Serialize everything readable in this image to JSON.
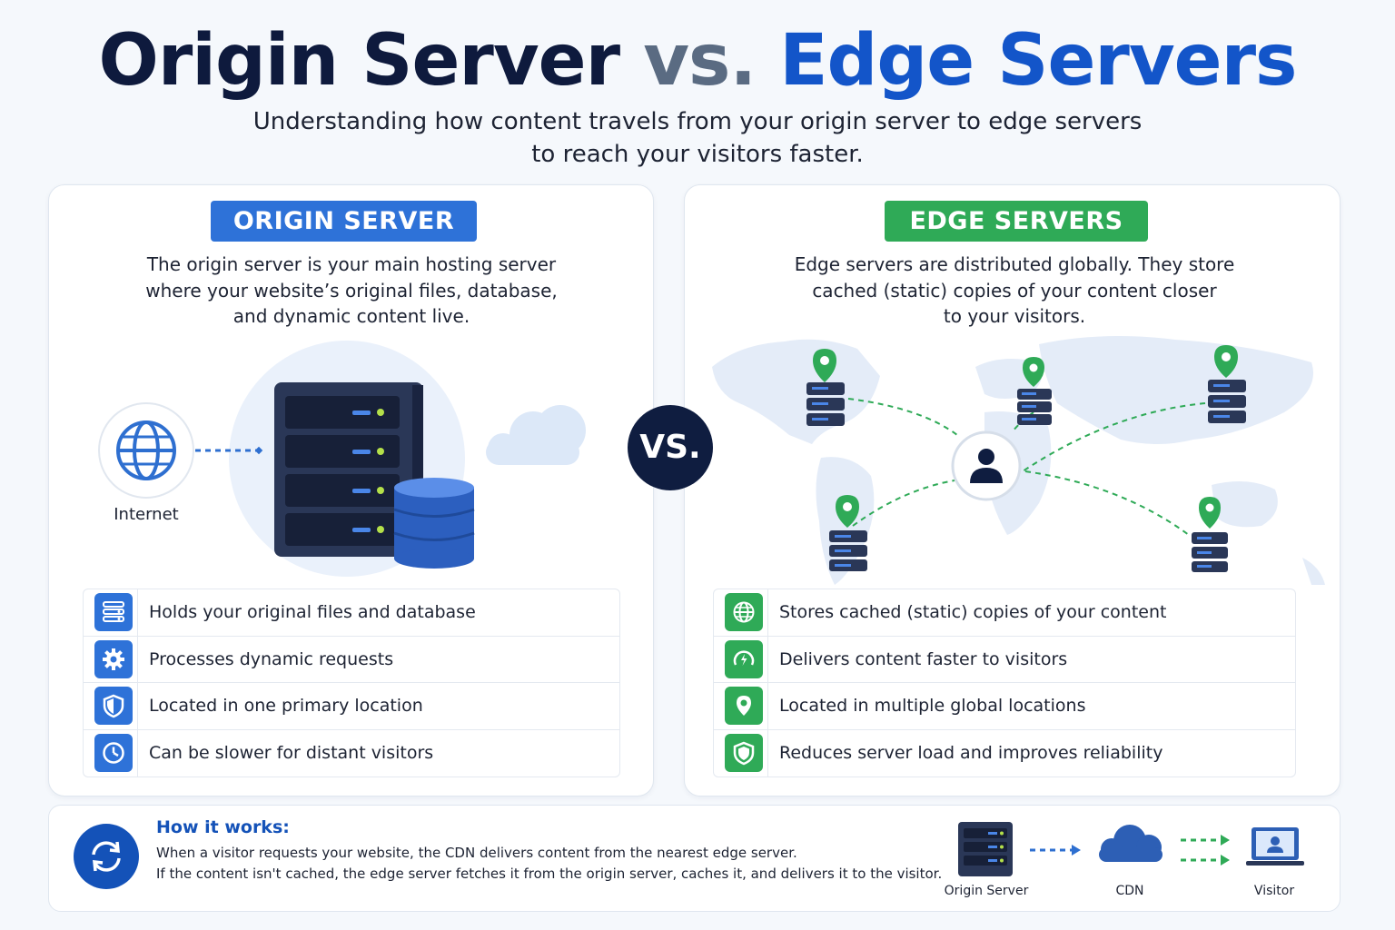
{
  "title": {
    "part1": "Origin Server",
    "part2": "vs.",
    "part3": "Edge Servers"
  },
  "subtitle": {
    "line1": "Understanding how content travels from your origin server to edge servers",
    "line2": "to reach your visitors faster."
  },
  "origin": {
    "badge": "ORIGIN SERVER",
    "description": [
      "The origin server is your main hosting server",
      "where your website’s original files, database,",
      "and dynamic content live."
    ],
    "internet_label": "Internet",
    "features": [
      {
        "icon": "server-list-icon",
        "label": "Holds your original files and database"
      },
      {
        "icon": "gear-icon",
        "label": "Processes dynamic requests"
      },
      {
        "icon": "shield-icon",
        "label": "Located in one primary location"
      },
      {
        "icon": "clock-icon",
        "label": "Can be slower for distant visitors"
      }
    ]
  },
  "vs_label": "VS.",
  "edge": {
    "badge": "EDGE SERVERS",
    "description": [
      "Edge servers are distributed globally. They store",
      "cached (static) copies of your content closer",
      "to your visitors."
    ],
    "features": [
      {
        "icon": "globe-icon",
        "label": "Stores cached (static) copies of your content"
      },
      {
        "icon": "speed-icon",
        "label": "Delivers content faster to visitors"
      },
      {
        "icon": "location-pin-icon",
        "label": "Located in multiple global locations"
      },
      {
        "icon": "shield-icon",
        "label": "Reduces server load and improves reliability"
      }
    ]
  },
  "how_it_works": {
    "title": "How it works:",
    "line1": "When a visitor requests your website, the CDN delivers content from the nearest edge server.",
    "line2": "If the content isn't cached, the edge server fetches it from the origin server, caches it, and delivers it to the visitor.",
    "flow": [
      "Origin Server",
      "CDN",
      "Visitor"
    ]
  },
  "colors": {
    "blue": "#2e72d8",
    "green": "#2faa57",
    "navy": "#0f1d40",
    "title_blue": "#1355c9"
  }
}
